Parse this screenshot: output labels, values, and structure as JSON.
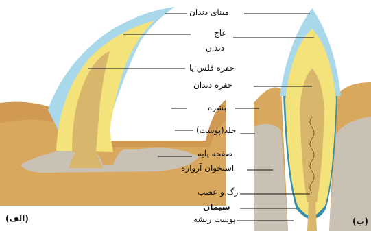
{
  "figure": {
    "panel_a_tag": "(الف)",
    "panel_b_tag": "(ب)"
  },
  "labels": {
    "enamel": "مینای دندان",
    "dentin_1": "عاج",
    "dentin_2": "دندان",
    "scale_pulp": "حفره فلس یا",
    "tooth_pulp": "حفره دندان",
    "epidermis": "بشره",
    "dermis": "جلد(پوست)",
    "basal_plate": "صفحه پایه",
    "jaw_bone": "استخوان آرواره",
    "vessels_nerves": "رگ و عصب",
    "cementum": "سیمان",
    "root_sheath": "پوست ریشه"
  },
  "colors": {
    "enamel": "#a9d8ea",
    "dentin": "#f4e27a",
    "pulp": "#d8b66c",
    "skin": "#d9a85f",
    "skin_dark": "#c98e4a",
    "bone": "#c9c1b4",
    "root_line": "#3a8fa8"
  }
}
